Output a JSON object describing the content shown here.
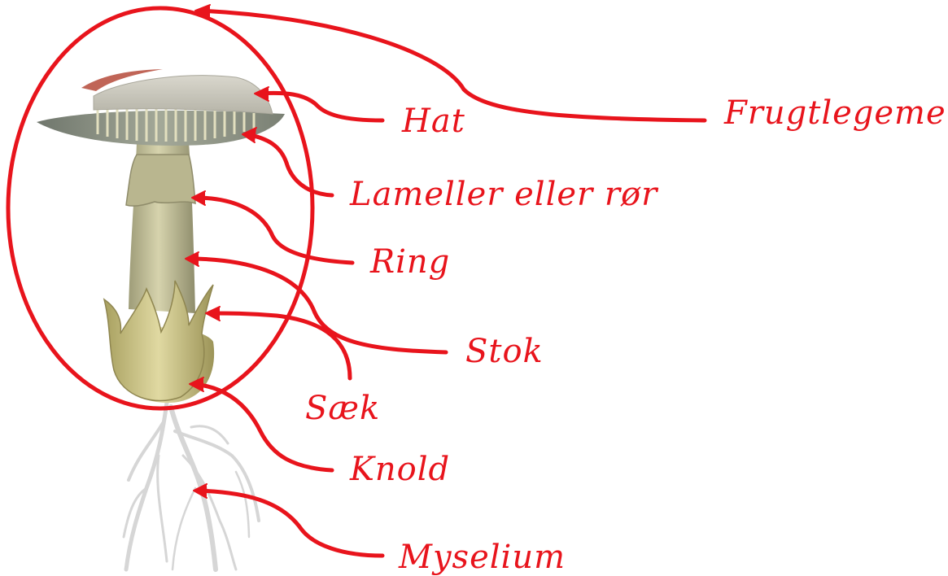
{
  "colors": {
    "annotation": "#e8141c",
    "cap_top": "#c9c7bd",
    "cap_underside": "#8f9488",
    "gills": "#d8d6b8",
    "stem": "#c4c29a",
    "volva": "#d2cc93",
    "mycelium": "#d9d9d9",
    "cap_tint": "#c0392b"
  },
  "labels": {
    "frugtlegeme": "Frugtlegeme",
    "hat": "Hat",
    "lameller": "Lameller eller rør",
    "ring": "Ring",
    "stok": "Stok",
    "saek": "Sæk",
    "knold": "Knold",
    "myselium": "Myselium"
  },
  "illustration": {
    "subject": "mushroom-anatomy",
    "parts": [
      "cap",
      "gills",
      "ring",
      "stem",
      "volva",
      "bulb",
      "mycelium"
    ]
  }
}
